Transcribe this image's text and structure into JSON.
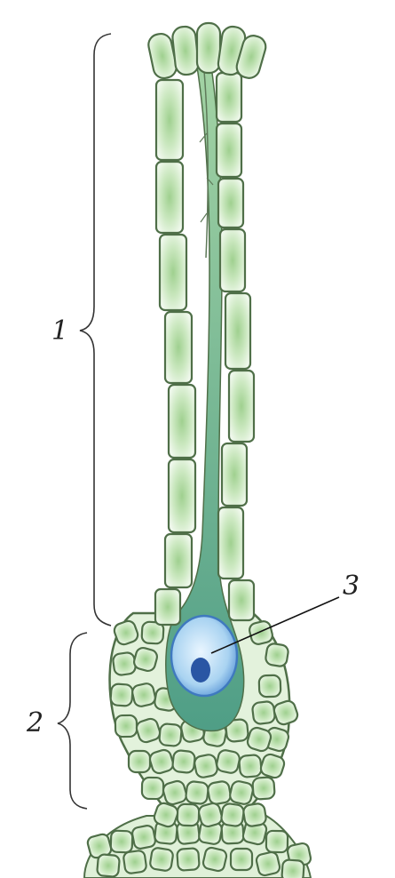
{
  "figure": {
    "labels": [
      {
        "id": "neck",
        "text": "1"
      },
      {
        "id": "venter",
        "text": "2"
      },
      {
        "id": "egg-cell",
        "text": "3"
      }
    ]
  },
  "colors": {
    "cell_fill_light": "#eef7ea",
    "cell_fill_green": "#9fd08f",
    "cell_outline": "#4f6f48",
    "canal": "#5ea989",
    "egg_outer": "#a9d3f1",
    "egg_inner": "#2f6db8",
    "nucleus": "#2a56a4"
  }
}
